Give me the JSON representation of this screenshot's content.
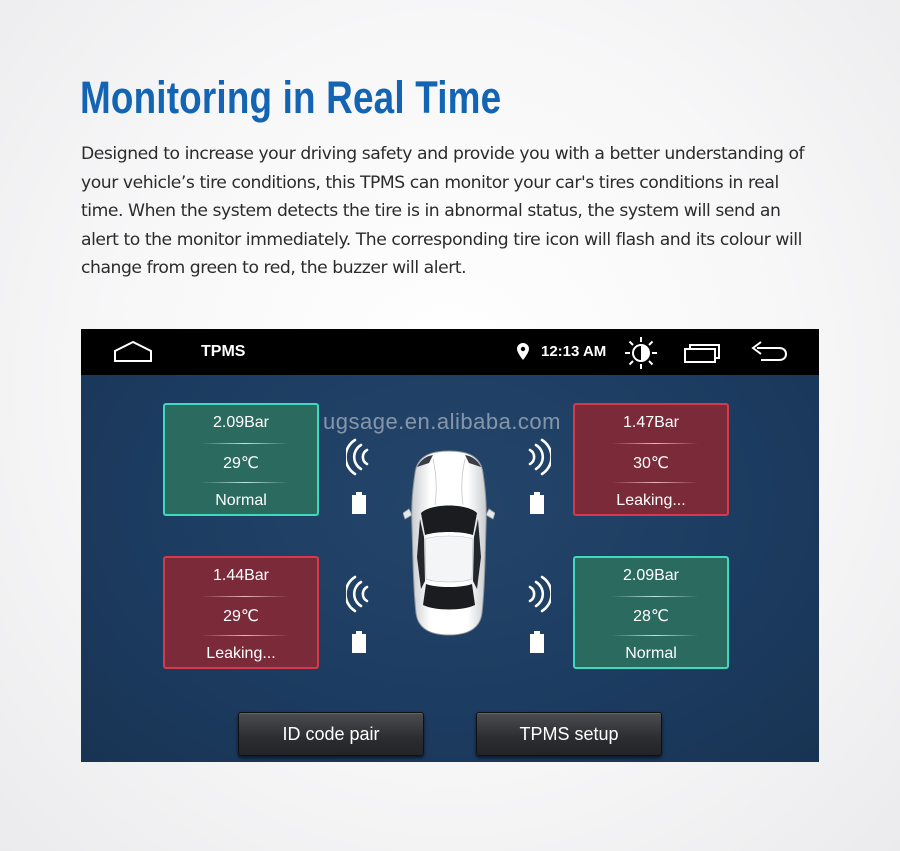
{
  "heading": "Monitoring in Real Time",
  "intro": "Designed to increase your driving safety and provide you with a better understanding of your vehicle’s tire conditions, this TPMS can monitor your car's tires conditions in real time. When the system detects the tire is in abnormal status, the system will send an alert to the monitor immediately. The corresponding tire icon will flash and its colour will change from green to red, the buzzer will alert.",
  "statusbar": {
    "title": "TPMS",
    "time": "12:13 AM",
    "icons": [
      "home-icon",
      "location-pin-icon",
      "brightness-icon",
      "recent-apps-icon",
      "back-icon"
    ]
  },
  "watermark": "ugsage.en.alibaba.com",
  "tires": {
    "front_left": {
      "pressure": "2.09Bar",
      "temperature": "29℃",
      "status": "Normal",
      "state": "normal"
    },
    "front_right": {
      "pressure": "1.47Bar",
      "temperature": "30℃",
      "status": "Leaking...",
      "state": "leak"
    },
    "rear_left": {
      "pressure": "1.44Bar",
      "temperature": "29℃",
      "status": "Leaking...",
      "state": "leak"
    },
    "rear_right": {
      "pressure": "2.09Bar",
      "temperature": "28℃",
      "status": "Normal",
      "state": "normal"
    }
  },
  "buttons": {
    "id_code_pair": "ID code pair",
    "tpms_setup": "TPMS setup"
  },
  "colors": {
    "heading": "#1464b4",
    "normal_fill": "#2b6a5e",
    "normal_border": "#3fd9c0",
    "leak_fill": "#7a2a39",
    "leak_border": "#d43a4b",
    "screen_bg": "#1c3b60"
  }
}
